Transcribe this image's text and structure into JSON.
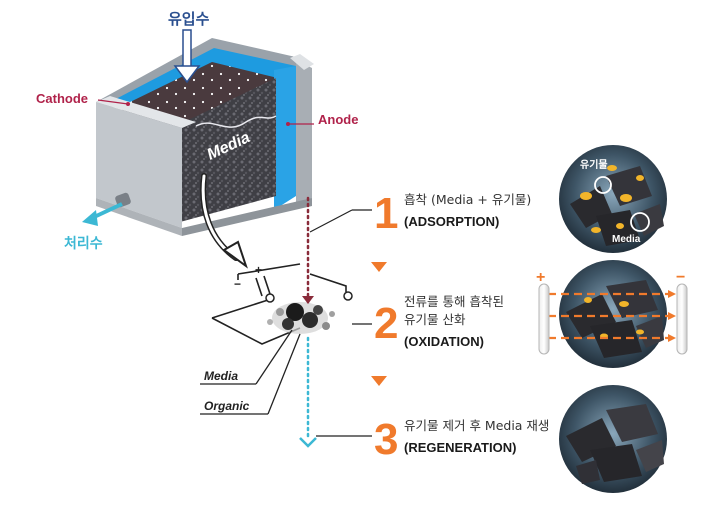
{
  "labels": {
    "inflow": "유입수",
    "outflow": "처리수",
    "cathode": "Cathode",
    "anode": "Anode",
    "media_box": "Media",
    "media_callout": "Media",
    "organic_callout": "Organic"
  },
  "steps": [
    {
      "number": "1",
      "lines_ko": [
        "흡착 (Media + 유기물)"
      ],
      "en": "(ADSORPTION)"
    },
    {
      "number": "2",
      "lines_ko": [
        "전류를 통해 흡착된",
        "유기물 산화"
      ],
      "en": "(OXIDATION)"
    },
    {
      "number": "3",
      "lines_ko": [
        "유기물 제거 후 Media 재생"
      ],
      "en": "(REGENERATION)"
    }
  ],
  "photo_labels": {
    "organic": "유기물",
    "media": "Media",
    "plus": "+",
    "minus": "−"
  },
  "colors": {
    "accent_orange": "#f07a2c",
    "water_blue": "#1e9be0",
    "label_red": "#b0224a",
    "outflow_cyan": "#3cb8d4",
    "inflow_navy": "#2a4f8f"
  }
}
